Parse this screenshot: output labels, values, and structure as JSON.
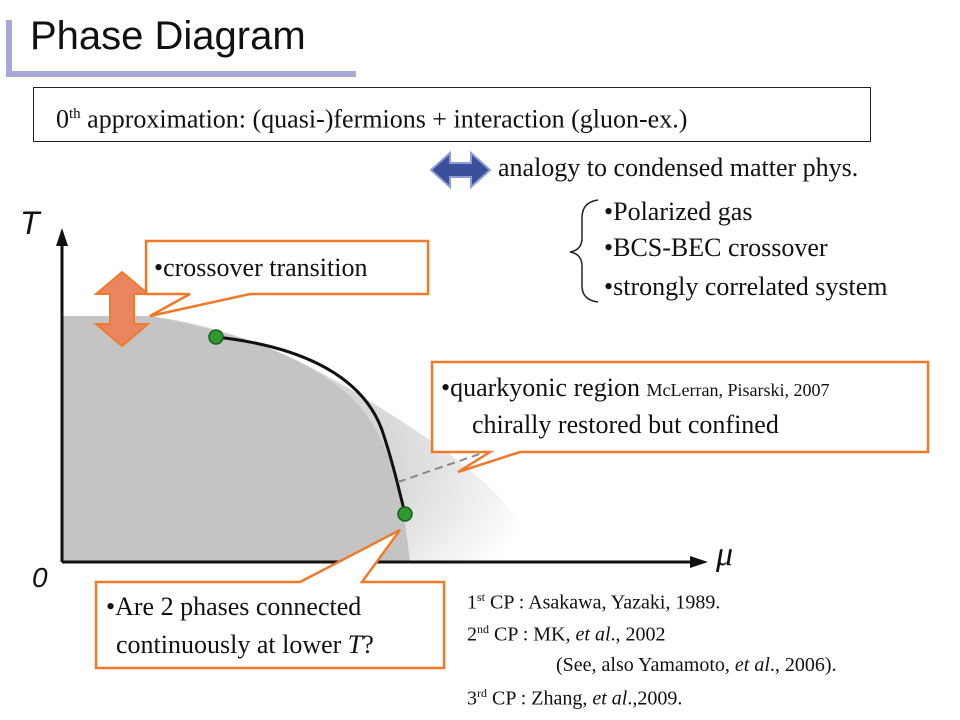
{
  "title": "Phase Diagram",
  "approximation": {
    "prefix": "0",
    "superscript": "th",
    "text": " approximation: (quasi-)fermions + interaction (gluon-ex.)"
  },
  "analogy": "analogy to condensed matter phys.",
  "analogy_items": [
    "•Polarized gas",
    "•BCS-BEC crossover",
    "•strongly correlated system"
  ],
  "axes": {
    "y_label": "T",
    "x_label": "μ",
    "origin_label": "0"
  },
  "callouts": {
    "crossover": "•crossover transition",
    "quarkyonic_line1": "•quarkyonic region",
    "quarkyonic_ref": "McLerran, Pisarski, 2007",
    "quarkyonic_line2": "chirally restored but confined",
    "connected_line1": "•Are 2 phases connected",
    "connected_line2_pre": "continuously at lower ",
    "connected_line2_T": "T",
    "connected_line2_post": "?"
  },
  "references": [
    {
      "n": "1",
      "sup": "st",
      "pre": " CP : Asakawa, Yazaki, 1989.",
      "it": "",
      "post": ""
    },
    {
      "n": "2",
      "sup": "nd",
      "pre": " CP : MK, ",
      "it": "et al",
      "post": "., 2002"
    },
    {
      "n": "",
      "sup": "",
      "pre": "(See, also Yamamoto, ",
      "it": "et al",
      "post": "., 2006)."
    },
    {
      "n": "3",
      "sup": "rd",
      "pre": " CP : Zhang, ",
      "it": "et al",
      "post": ".,2009."
    }
  ],
  "colors": {
    "callout_border": "#f07a2a",
    "arrow_fill": "#e98660",
    "phase_gray": "#c8c8c8",
    "critical_point": "#2e9a2e",
    "double_arrow": "#3b4f9a",
    "title_bar": "#a7a7d8"
  }
}
